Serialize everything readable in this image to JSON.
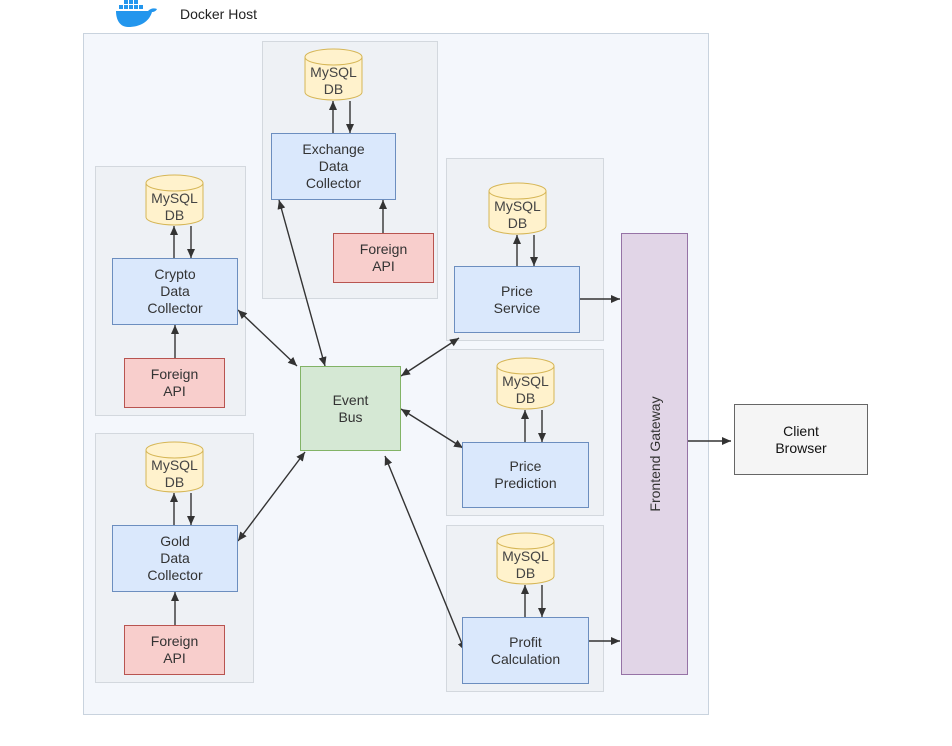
{
  "header": {
    "title": "Docker Host",
    "icon": "docker-whale-icon"
  },
  "colors": {
    "service_fill": "#dae8fc",
    "service_stroke": "#6c8ebf",
    "api_fill": "#f8cecc",
    "api_stroke": "#b85450",
    "bus_fill": "#d5e8d4",
    "bus_stroke": "#82b366",
    "gateway_fill": "#e1d5e7",
    "gateway_stroke": "#9673a6",
    "db_fill": "#fff2cc",
    "db_stroke": "#d6b656",
    "docker_blue": "#2396ed"
  },
  "databases": {
    "exchange": "MySQL\nDB",
    "crypto": "MySQL\nDB",
    "gold": "MySQL\nDB",
    "price_service": "MySQL\nDB",
    "price_prediction": "MySQL\nDB",
    "profit": "MySQL\nDB"
  },
  "services": {
    "exchange_collector": "Exchange\nData\nCollector",
    "crypto_collector": "Crypto\nData\nCollector",
    "gold_collector": "Gold\nData\nCollector",
    "price_service": "Price\nService",
    "price_prediction": "Price\nPrediction",
    "profit_calculation": "Profit\nCalculation"
  },
  "apis": {
    "exchange": "Foreign\nAPI",
    "crypto": "Foreign\nAPI",
    "gold": "Foreign\nAPI"
  },
  "event_bus": "Event\nBus",
  "gateway": "Frontend Gateway",
  "client": "Client\nBrowser"
}
